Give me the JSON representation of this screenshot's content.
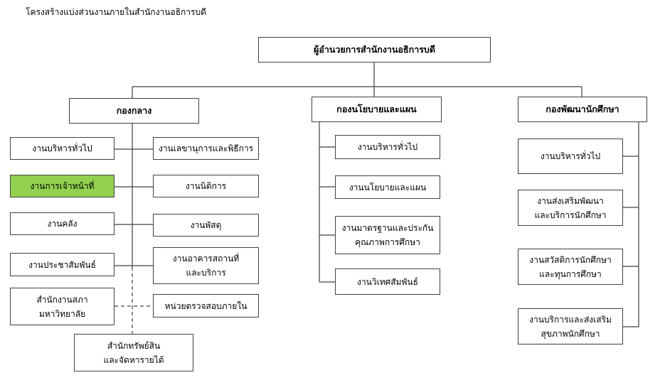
{
  "title": "โครงสร้างแบ่งส่วนงานภายในสำนักงานอธิการบดี",
  "top": "ผู้อำนวยการสำนักงานอธิการบดี",
  "divisions": {
    "general": {
      "name": "กองกลาง",
      "left_units": [
        {
          "label": "งานบริหารทั่วไป"
        },
        {
          "label": "งานการเจ้าหน้าที่",
          "highlight_color": "#92d050"
        },
        {
          "label": "งานคลัง"
        },
        {
          "label": "งานประชาสัมพันธ์"
        },
        {
          "line1": "สำนักงานสภา",
          "line2": "มหาวิทยาลัย"
        }
      ],
      "right_units": [
        {
          "label": "งานเลขานุการและพิธีการ"
        },
        {
          "label": "งานนิติการ"
        },
        {
          "label": "งานพัสดุ"
        },
        {
          "line1": "งานอาคารสถานที่",
          "line2": "และบริการ"
        },
        {
          "label": "หน่วยตรวจสอบภายใน"
        }
      ],
      "bottom_unit": {
        "line1": "สำนักทรัพย์สิน",
        "line2": "และจัดหารายได้"
      }
    },
    "policy": {
      "name": "กองนโยบายและแผน",
      "units": [
        {
          "label": "งานบริหารทั่วไป"
        },
        {
          "label": "งานนโยบายและแผน"
        },
        {
          "line1": "งานมาตรฐานและประกัน",
          "line2": "คุณภาพการศึกษา"
        },
        {
          "label": "งานวิเทศสัมพันธ์"
        }
      ]
    },
    "student": {
      "name": "กองพัฒนานักศึกษา",
      "units": [
        {
          "label": "งานบริหารทั่วไป"
        },
        {
          "line1": "งานส่งเสริมพัฒนา",
          "line2": "และบริการนักศึกษา"
        },
        {
          "line1": "งานสวัสดิการนักศึกษา",
          "line2": "และทุนการศึกษา"
        },
        {
          "line1": "งานบริการและส่งเสริม",
          "line2": "สุขภาพนักศึกษา"
        }
      ]
    }
  }
}
